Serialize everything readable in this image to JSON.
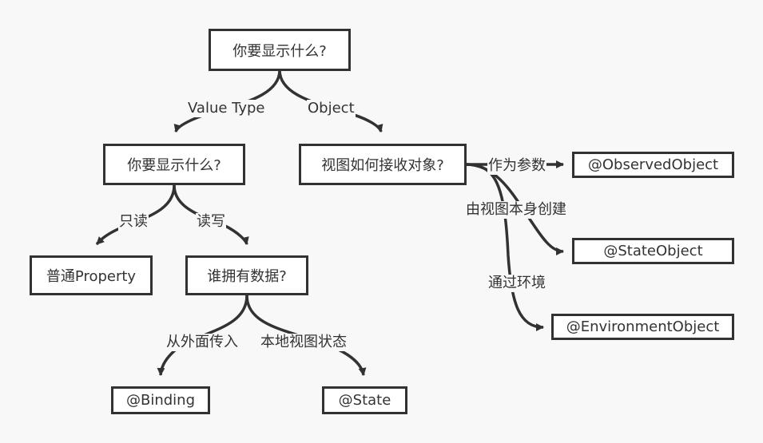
{
  "diagram": {
    "type": "flowchart",
    "nodes": {
      "root": "你要显示什么?",
      "value_type_q": "你要显示什么?",
      "object_q": "视图如何接收对象?",
      "plain_property": "普通Property",
      "who_owns": "谁拥有数据?",
      "binding": "@Binding",
      "state": "@State",
      "observed_object": "@ObservedObject",
      "state_object": "@StateObject",
      "environment_object": "@EnvironmentObject"
    },
    "edges": {
      "value_type": "Value Type",
      "object": "Object",
      "read_only": "只读",
      "read_write": "读写",
      "from_outside": "从外面传入",
      "local_state": "本地视图状态",
      "as_parameter": "作为参数",
      "created_by_view": "由视图本身创建",
      "via_environment": "通过环境"
    },
    "colors": {
      "stroke": "#323232",
      "background": "#f8f8f8",
      "node_fill": "#ffffff"
    }
  }
}
